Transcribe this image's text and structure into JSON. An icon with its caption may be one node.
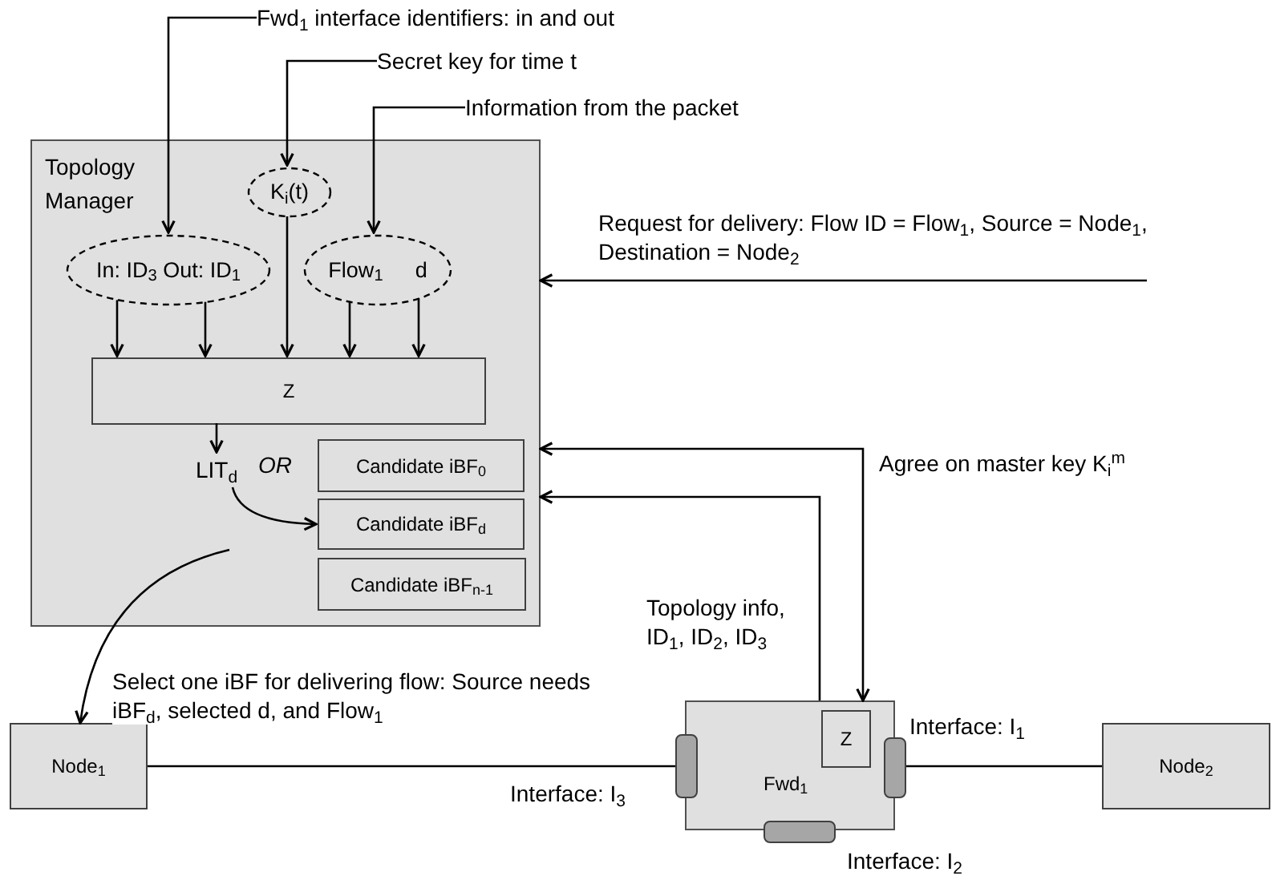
{
  "diagram": {
    "nodes": [
      {
        "text": [
          "Topology Manager"
        ]
      },
      {
        "text": [
          "Fwd$_{1}$ interface identifiers: in and out"
        ]
      },
      {
        "text": [
          "Secret key for time t"
        ]
      },
      {
        "text": [
          "Information from the packet"
        ]
      },
      {
        "text": [
          "In: ID$_{3}$ Out: ID$_{1}$"
        ],
        "in": 0
      },
      {
        "text": [
          "K$_{i}$(t)"
        ],
        "in": 0
      },
      {
        "text": [
          "Flow$_{1}$",
          "d"
        ],
        "in": 0
      },
      {
        "text": [
          "Z"
        ],
        "in": 0
      },
      {
        "text": [
          "LIT$_{d}$"
        ],
        "in": 0
      },
      {
        "text": [
          "Candidate iBF$_{0}$"
        ],
        "in": 0
      },
      {
        "text": [
          "Candidate iBF$_{d}$"
        ],
        "in": 0
      },
      {
        "text": [
          "Candidate iBF$_{n-1}$"
        ],
        "in": 0
      },
      {
        "text": [
          "Node$_{1}$"
        ]
      },
      {
        "text": [
          "Fwd$_{1}$"
        ]
      },
      {
        "text": [
          "Z"
        ],
        "in": 13
      },
      {
        "text": [],
        "shape": "bar",
        "beside": [
          "Interface: I$_{3}$"
        ]
      },
      {
        "text": [],
        "shape": "bar",
        "beside": [
          "Interface: I$_{1}$"
        ]
      },
      {
        "text": [],
        "shape": "bar",
        "beside": [
          "Interface: I$_{2}$"
        ]
      },
      {
        "text": [
          "Node$_{2}$"
        ]
      }
    ],
    "edges": [
      {
        "from": 1,
        "to": 4,
        "arrow": "to"
      },
      {
        "from": 2,
        "to": 5,
        "arrow": "to"
      },
      {
        "from": 3,
        "to": 6,
        "arrow": "to"
      },
      {
        "from": 4,
        "to": 7,
        "arrow": "to"
      },
      {
        "from": 4,
        "to": 7,
        "arrow": "to"
      },
      {
        "from": 5,
        "to": 7,
        "arrow": "to"
      },
      {
        "from": 6,
        "to": 7,
        "arrow": "to"
      },
      {
        "from": 6,
        "to": 7,
        "arrow": "to"
      },
      {
        "from": 7,
        "to": 8,
        "arrow": "to"
      },
      {
        "from": 8,
        "to": 10,
        "arrow": "to",
        "label": "OR"
      },
      {
        "from": null,
        "to": 12,
        "arrow": "to",
        "label": "Select one iBF for delivering flow: Source needs iBF$_{d}$, selected d, and Flow$_{1}$"
      },
      {
        "from": null,
        "to": 0,
        "arrow": "to",
        "label": "Request for delivery: Flow ID = Flow$_{1}$, Source = Node$_{1}$, Destination = Node$_{2}$"
      },
      {
        "from": 13,
        "to": 0,
        "arrow": "to",
        "label": "Topology info, ID$_{1}$, ID$_{2}$, ID$_{3}$"
      },
      {
        "from": 0,
        "to": 13,
        "arrow": "both",
        "label": "Agree on master key K$_{i}$$^{m}$"
      },
      {
        "from": 12,
        "to": 15,
        "arrow": "none"
      },
      {
        "from": 16,
        "to": 18,
        "arrow": "none"
      }
    ]
  }
}
